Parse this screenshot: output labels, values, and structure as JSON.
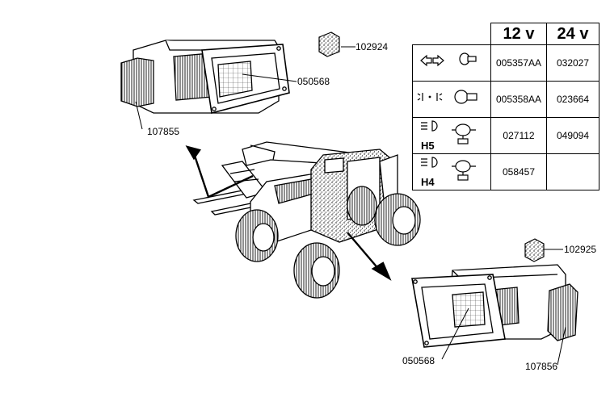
{
  "parts": {
    "headlamp_left": "107855",
    "insert_top": "050568",
    "filter_top": "102924",
    "filter_bottom": "102925",
    "insert_bottom": "050568",
    "headlamp_right": "107856"
  },
  "bulb_table": {
    "header_12v": "12 v",
    "header_24v": "24 v",
    "rows": [
      {
        "icon": "indicator-arrows-icon",
        "type": "",
        "v12": "005357AA",
        "v24": "032027"
      },
      {
        "icon": "side-light-icon",
        "type": "",
        "v12": "005358AA",
        "v24": "023664"
      },
      {
        "icon": "headlight-h5-icon",
        "type": "H5",
        "v12": "027112",
        "v24": "049094"
      },
      {
        "icon": "headlight-h4-icon",
        "type": "H4",
        "v12": "058457",
        "v24": ""
      }
    ]
  }
}
